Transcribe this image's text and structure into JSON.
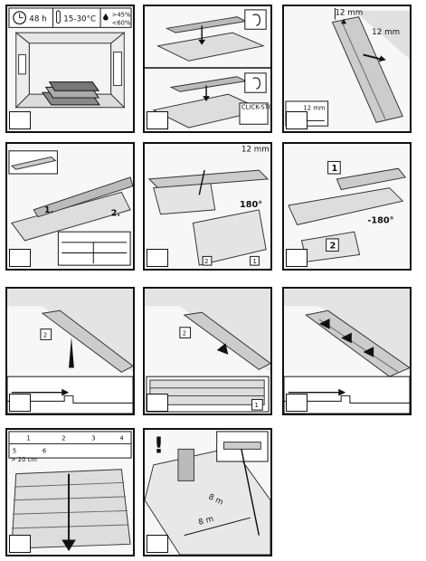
{
  "panels": [
    {
      "id": 1,
      "acclim_time": "48 h",
      "temperature": "15-30°C",
      "humidity_high": ">45%",
      "humidity_low": "<60%"
    },
    {
      "id": 2,
      "click_label": "CLICK-STOP"
    },
    {
      "id": 3,
      "gap_top": "12 mm",
      "gap_side": "12 mm",
      "gap_detail": "12 mm"
    },
    {
      "id": 4,
      "step_one": "1.",
      "step_two": "2."
    },
    {
      "id": 5,
      "gap": "12 mm",
      "rotation": "180°",
      "tag_one": "1",
      "tag_two": "2"
    },
    {
      "id": 6,
      "tag_one": "1",
      "tag_two": "2",
      "rotation": "-180°"
    },
    {
      "id": 7,
      "tag_two": "2"
    },
    {
      "id": 8,
      "tag_two": "2",
      "tag_one": "1"
    },
    {
      "id": 9
    },
    {
      "id": 10,
      "row_numbers": [
        "1",
        "2",
        "3",
        "4",
        "5",
        "6"
      ],
      "min_offset": "> 20 cm"
    },
    {
      "id": 11,
      "warning": "!",
      "dim_a": "8 m",
      "dim_b": "8 m"
    }
  ]
}
